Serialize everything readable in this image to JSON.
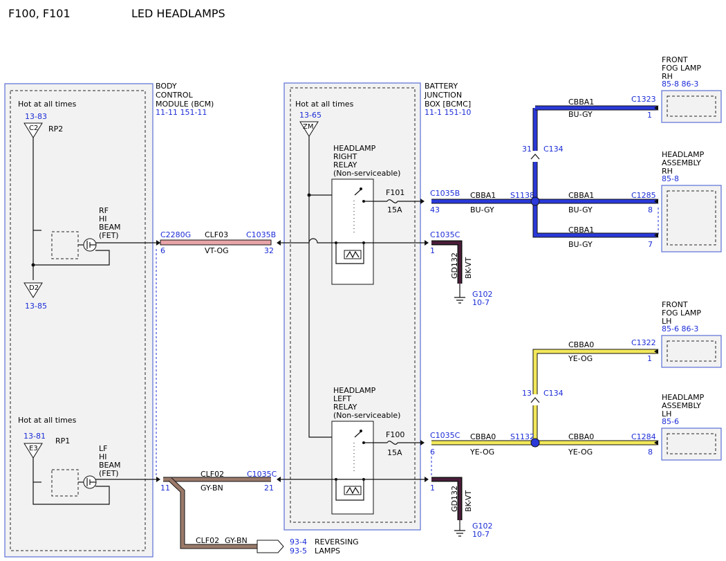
{
  "header": {
    "fuses": "F100, F101",
    "title": "LED HEADLAMPS"
  },
  "bcm": {
    "name_lines": [
      "BODY",
      "CONTROL",
      "MODULE (BCM)"
    ],
    "refs": "11-11  151-11",
    "hot_top": "Hot at all times",
    "hot_bottom": "Hot at all times",
    "c2_ref": "13-83",
    "c2": "C2",
    "rp2": "RP2",
    "d2": "D2",
    "d2_ref": "13-85",
    "e3_ref": "13-81",
    "e3": "E3",
    "rp1": "RP1",
    "rf_lines": [
      "RF",
      "HI",
      "BEAM",
      "(FET)"
    ],
    "lf_lines": [
      "LF",
      "HI",
      "BEAM",
      "(FET)"
    ]
  },
  "bjb": {
    "name_lines": [
      "BATTERY",
      "JUNCTION",
      "BOX [BCMC]"
    ],
    "refs": "11-1    151-10",
    "hot": "Hot at all times",
    "zm_ref": "13-65",
    "zm": "ZM",
    "right_relay_lines": [
      "HEADLAMP",
      "RIGHT",
      "RELAY",
      "(Non-serviceable)"
    ],
    "left_relay_lines": [
      "HEADLAMP",
      "LEFT",
      "RELAY",
      "(Non-serviceable)"
    ],
    "f101": "F101",
    "f101_amp": "15A",
    "f100": "F100",
    "f100_amp": "15A"
  },
  "circuits": {
    "top": {
      "conn_l": "C2280G",
      "pin_l": "6",
      "name": "CLF03",
      "color": "VT-OG",
      "conn_r": "C1035B",
      "pin_r": "32",
      "wire_hex": "#e8a4a8"
    },
    "bottom": {
      "conn_l": "",
      "pin_l": "11",
      "name": "CLF02",
      "color": "GY-BN",
      "conn_r": "C1035C",
      "pin_r": "21",
      "wire_hex": "#9b7a6a"
    },
    "reverse": {
      "name": "CLF02",
      "color": "GY-BN",
      "refs": [
        "93-4",
        "93-5"
      ],
      "label_lines": [
        "REVERSING",
        "LAMPS"
      ]
    }
  },
  "right_side": {
    "out": {
      "conn": "C1035B",
      "pin": "43",
      "name": "CBBA1",
      "color": "BU-GY",
      "wire_hex": "#2a39d8"
    },
    "splice": "S1138",
    "c134": {
      "pin": "31",
      "name": "C134"
    },
    "fog": {
      "name_lines": [
        "FRONT",
        "FOG LAMP",
        "RH"
      ],
      "refs": "85-8   86-3",
      "conn": "C1323",
      "pin": "1",
      "name": "CBBA1",
      "color": "BU-GY"
    },
    "head": {
      "name_lines": [
        "HEADLAMP",
        "ASSEMBLY",
        "RH"
      ],
      "refs": "85-8",
      "conn": "C1285",
      "pin_a": "8",
      "pin_b": "7",
      "name": "CBBA1",
      "color": "BU-GY"
    },
    "gnd_conn": "C1035C",
    "gnd_pin": "1",
    "gnd_circ": "GD132",
    "gnd_color": "BK-VT",
    "gnd_name": "G102",
    "gnd_ref": "10-7"
  },
  "left_side": {
    "out": {
      "conn": "C1035C",
      "pin": "6",
      "name": "CBBA0",
      "color": "YE-OG",
      "wire_hex": "#f2e85a"
    },
    "splice": "S1132",
    "c134": {
      "pin": "13",
      "name": "C134"
    },
    "fog": {
      "name_lines": [
        "FRONT",
        "FOG LAMP",
        "LH"
      ],
      "refs": "85-6   86-3",
      "conn": "C1322",
      "pin": "1",
      "name": "CBBA0",
      "color": "YE-OG"
    },
    "head": {
      "name_lines": [
        "HEADLAMP",
        "ASSEMBLY",
        "LH"
      ],
      "refs": "85-6",
      "conn": "C1284",
      "pin": "8",
      "name": "CBBA0",
      "color": "YE-OG"
    },
    "gnd_conn": "C1035C",
    "gnd_pin": "1",
    "gnd_circ": "GD132",
    "gnd_color": "BK-VT",
    "gnd_name": "G102",
    "gnd_ref": "10-7"
  }
}
